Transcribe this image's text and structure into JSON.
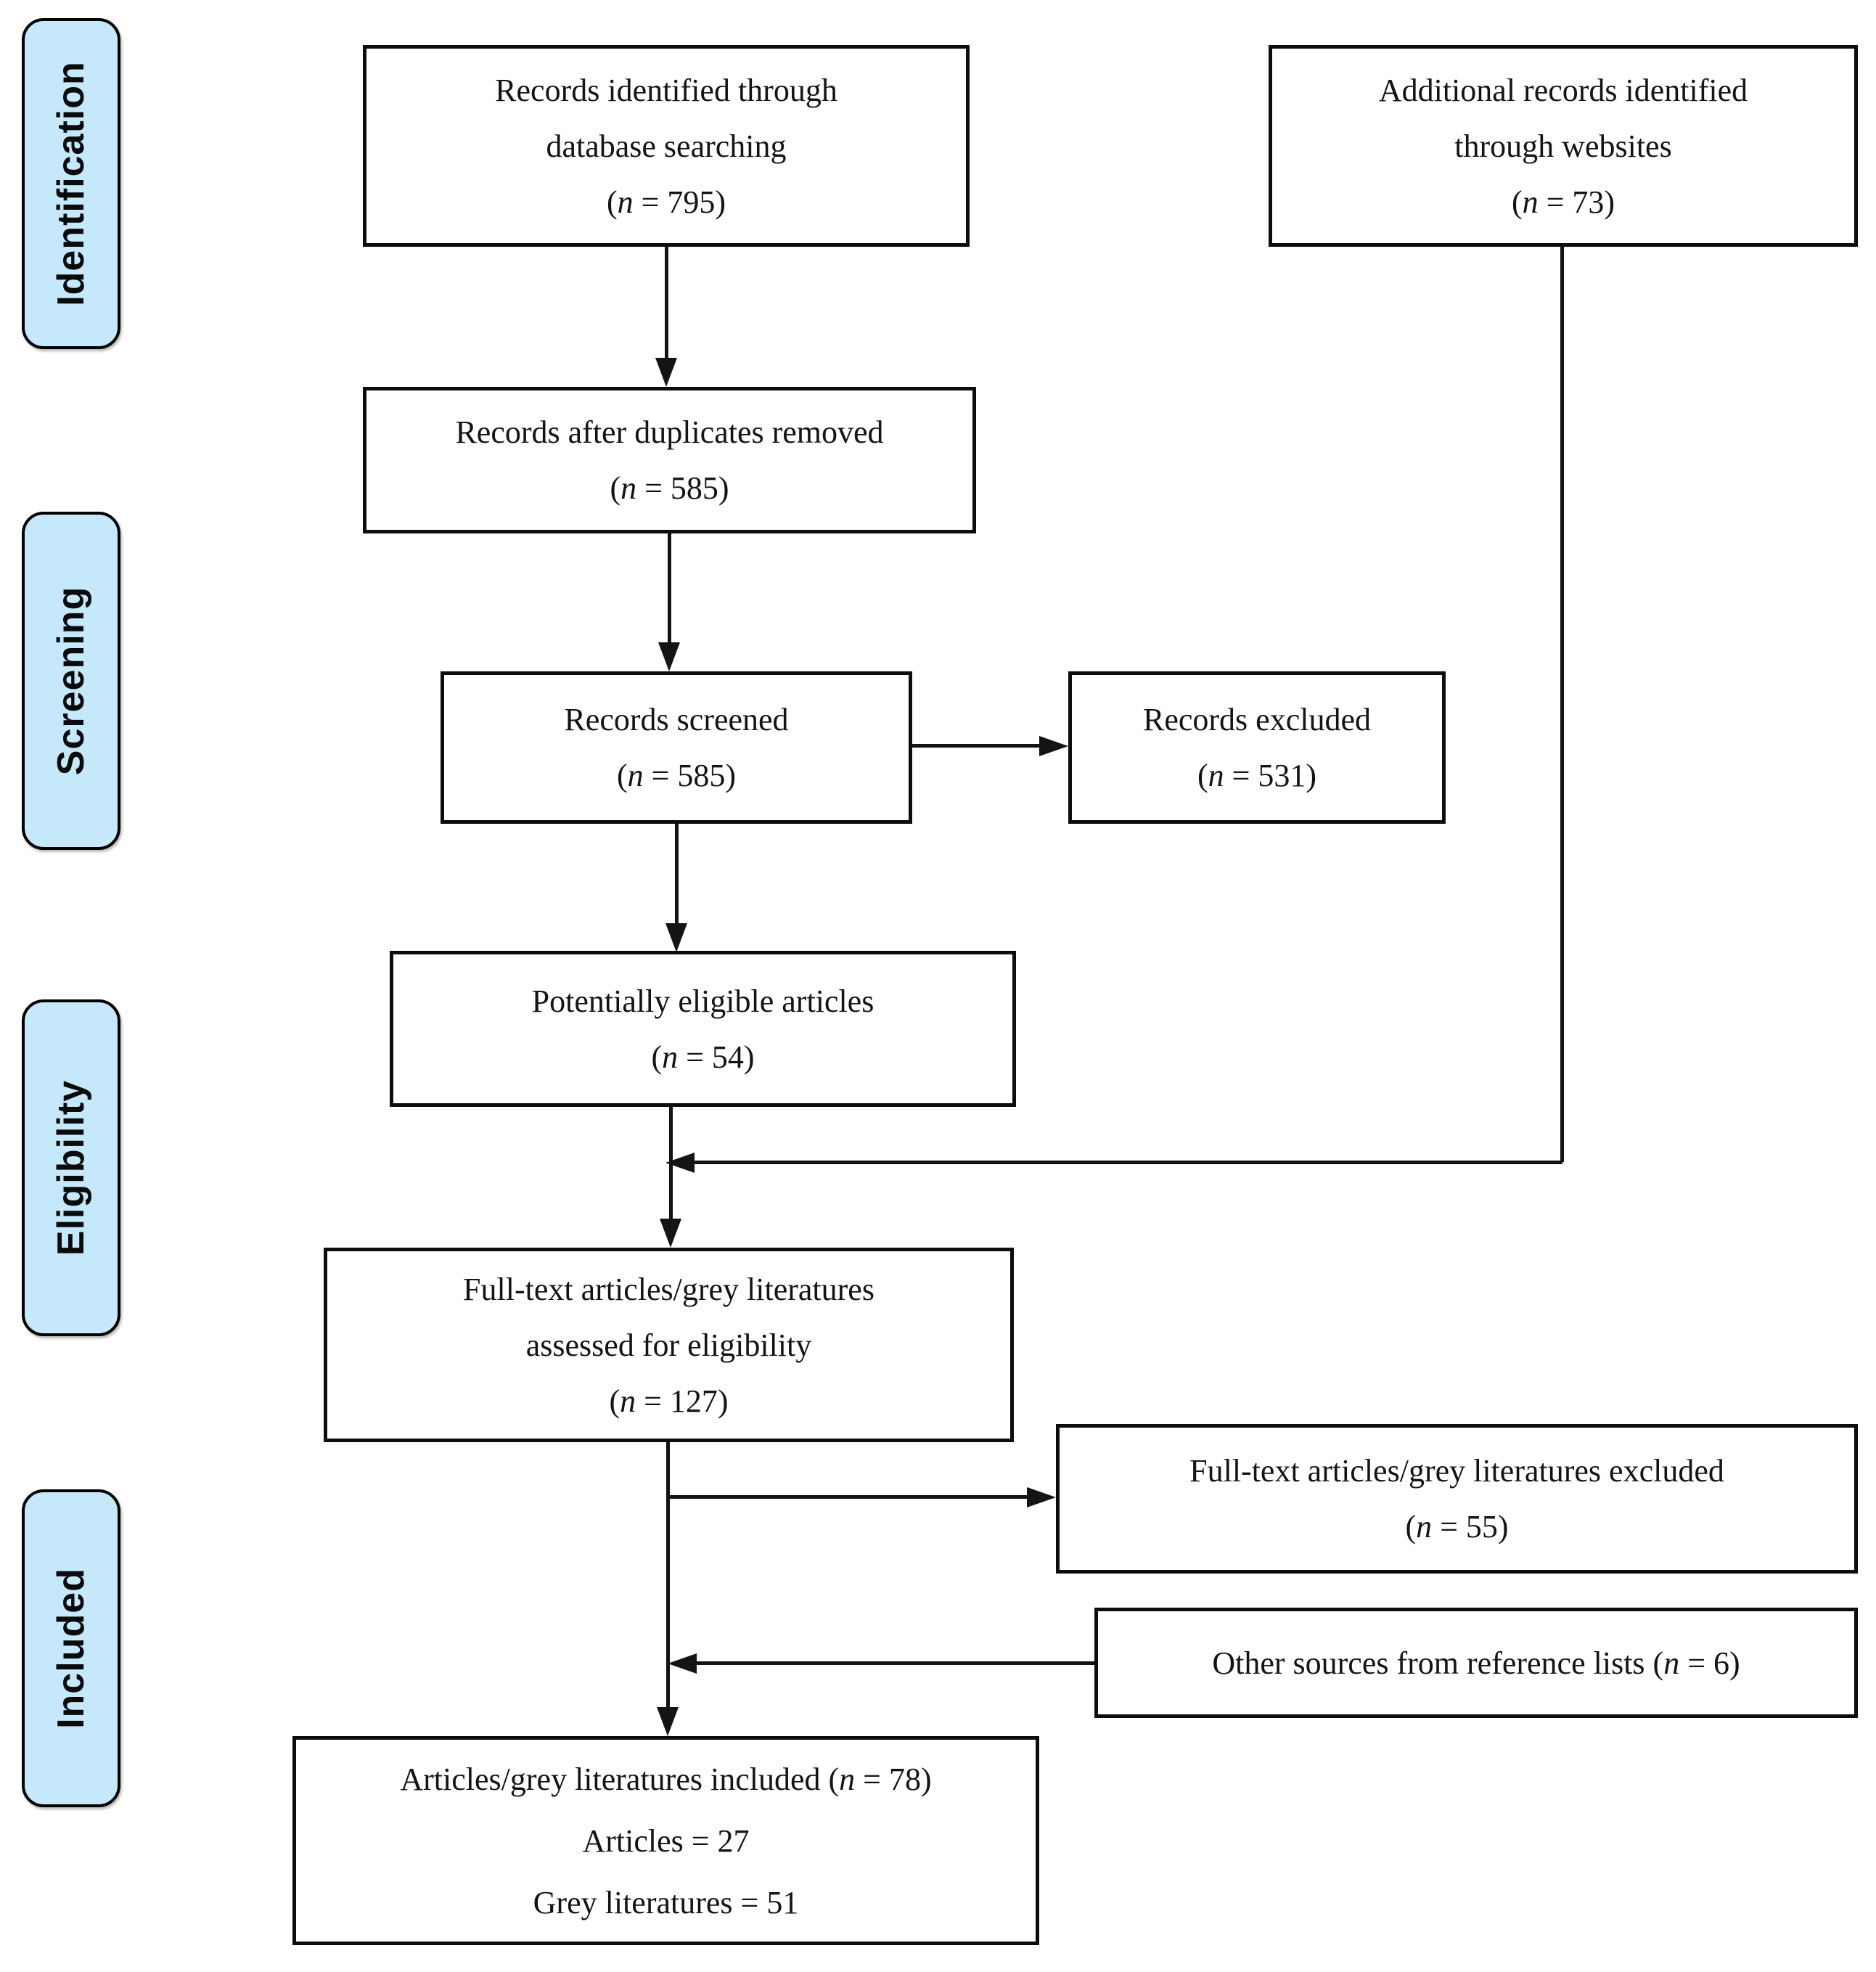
{
  "sidebar": {
    "stages": [
      "Identification",
      "Screening",
      "Eligibility",
      "Included"
    ]
  },
  "colors": {
    "stage_fill": "#c5e9fb",
    "stage_border": "#000000",
    "box_border": "#0d0d0d",
    "connector": "#141414",
    "text": "#141414"
  },
  "boxes": {
    "records_identified": {
      "line1": "Records identified through",
      "line2": "database searching",
      "count": "(n = 795)"
    },
    "additional_records": {
      "line1": "Additional records identified",
      "line2": "through websites",
      "count": "(n = 73)"
    },
    "duplicates_removed": {
      "line1": "Records after duplicates removed",
      "count": "(n = 585)"
    },
    "records_screened": {
      "line1": "Records screened",
      "count": "(n = 585)"
    },
    "records_excluded": {
      "line1": "Records excluded",
      "count": "(n = 531)"
    },
    "potentially_eligible": {
      "line1": "Potentially eligible articles",
      "count": "(n = 54)"
    },
    "fulltext_assessed": {
      "line1": "Full-text articles/grey literatures",
      "line2": "assessed for eligibility",
      "count": "(n = 127)"
    },
    "fulltext_excluded": {
      "line1": "Full-text articles/grey literatures excluded",
      "count": "(n = 55)"
    },
    "other_sources": {
      "line1": "Other sources from reference lists (n = 6)"
    },
    "included_articles": {
      "line1": "Articles/grey literatures included (n = 78)",
      "line2": "Articles = 27",
      "line3": "Grey literatures = 51"
    }
  }
}
